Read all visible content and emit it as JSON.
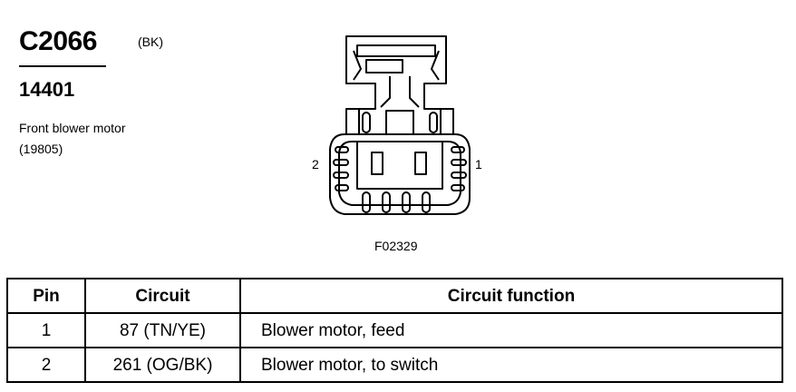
{
  "connector": {
    "id": "C2066",
    "color_code": "(BK)",
    "part_number": "14401",
    "description": "Front blower motor",
    "reference": "(19805)"
  },
  "diagram": {
    "pin_left_label": "2",
    "pin_right_label": "1",
    "figure_code": "F02329"
  },
  "table": {
    "headers": {
      "pin": "Pin",
      "circuit": "Circuit",
      "function": "Circuit function"
    },
    "rows": [
      {
        "pin": "1",
        "circuit": "87 (TN/YE)",
        "function": "Blower motor, feed"
      },
      {
        "pin": "2",
        "circuit": "261 (OG/BK)",
        "function": "Blower motor, to switch"
      }
    ]
  }
}
